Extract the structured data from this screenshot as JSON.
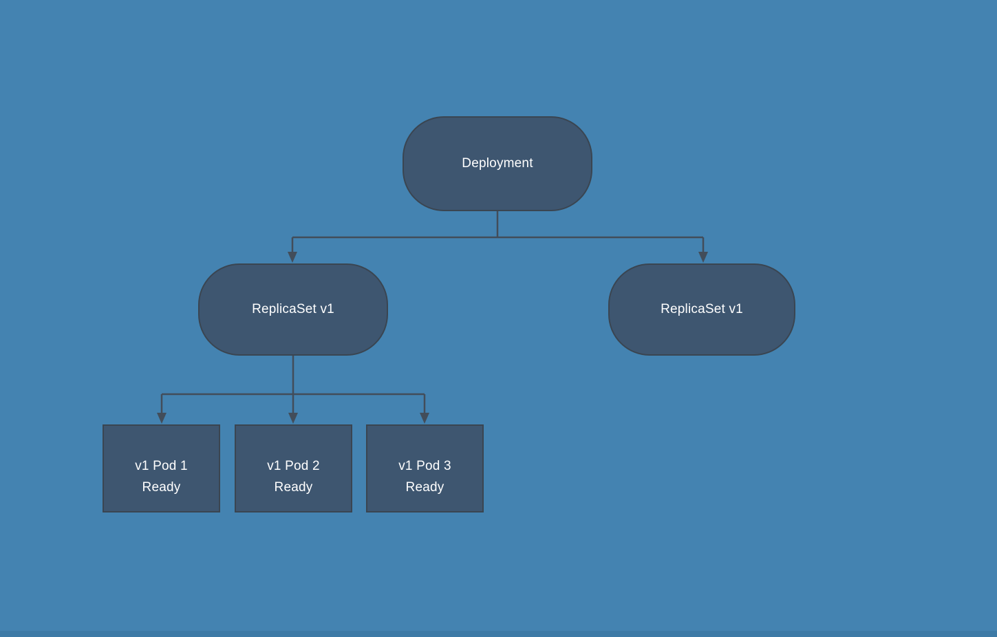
{
  "diagram": {
    "type": "flowchart",
    "colors": {
      "background": "#4483b1",
      "node_fill": "#3e5670",
      "node_border": "#3a4551",
      "connector": "#424d5a",
      "text": "#ffffff",
      "bottom_strip": "#3d7aa6"
    },
    "nodes": {
      "deployment": {
        "label": "Deployment"
      },
      "replicaset_left": {
        "label": "ReplicaSet v1"
      },
      "replicaset_right": {
        "label": "ReplicaSet v1"
      },
      "pod1": {
        "name": "v1 Pod 1",
        "status": "Ready"
      },
      "pod2": {
        "name": "v1 Pod 2",
        "status": "Ready"
      },
      "pod3": {
        "name": "v1 Pod 3",
        "status": "Ready"
      }
    },
    "edges": [
      {
        "from": "Deployment",
        "to": "ReplicaSet v1 (left)"
      },
      {
        "from": "Deployment",
        "to": "ReplicaSet v1 (right)"
      },
      {
        "from": "ReplicaSet v1 (left)",
        "to": "v1 Pod 1"
      },
      {
        "from": "ReplicaSet v1 (left)",
        "to": "v1 Pod 2"
      },
      {
        "from": "ReplicaSet v1 (left)",
        "to": "v1 Pod 3"
      }
    ]
  }
}
